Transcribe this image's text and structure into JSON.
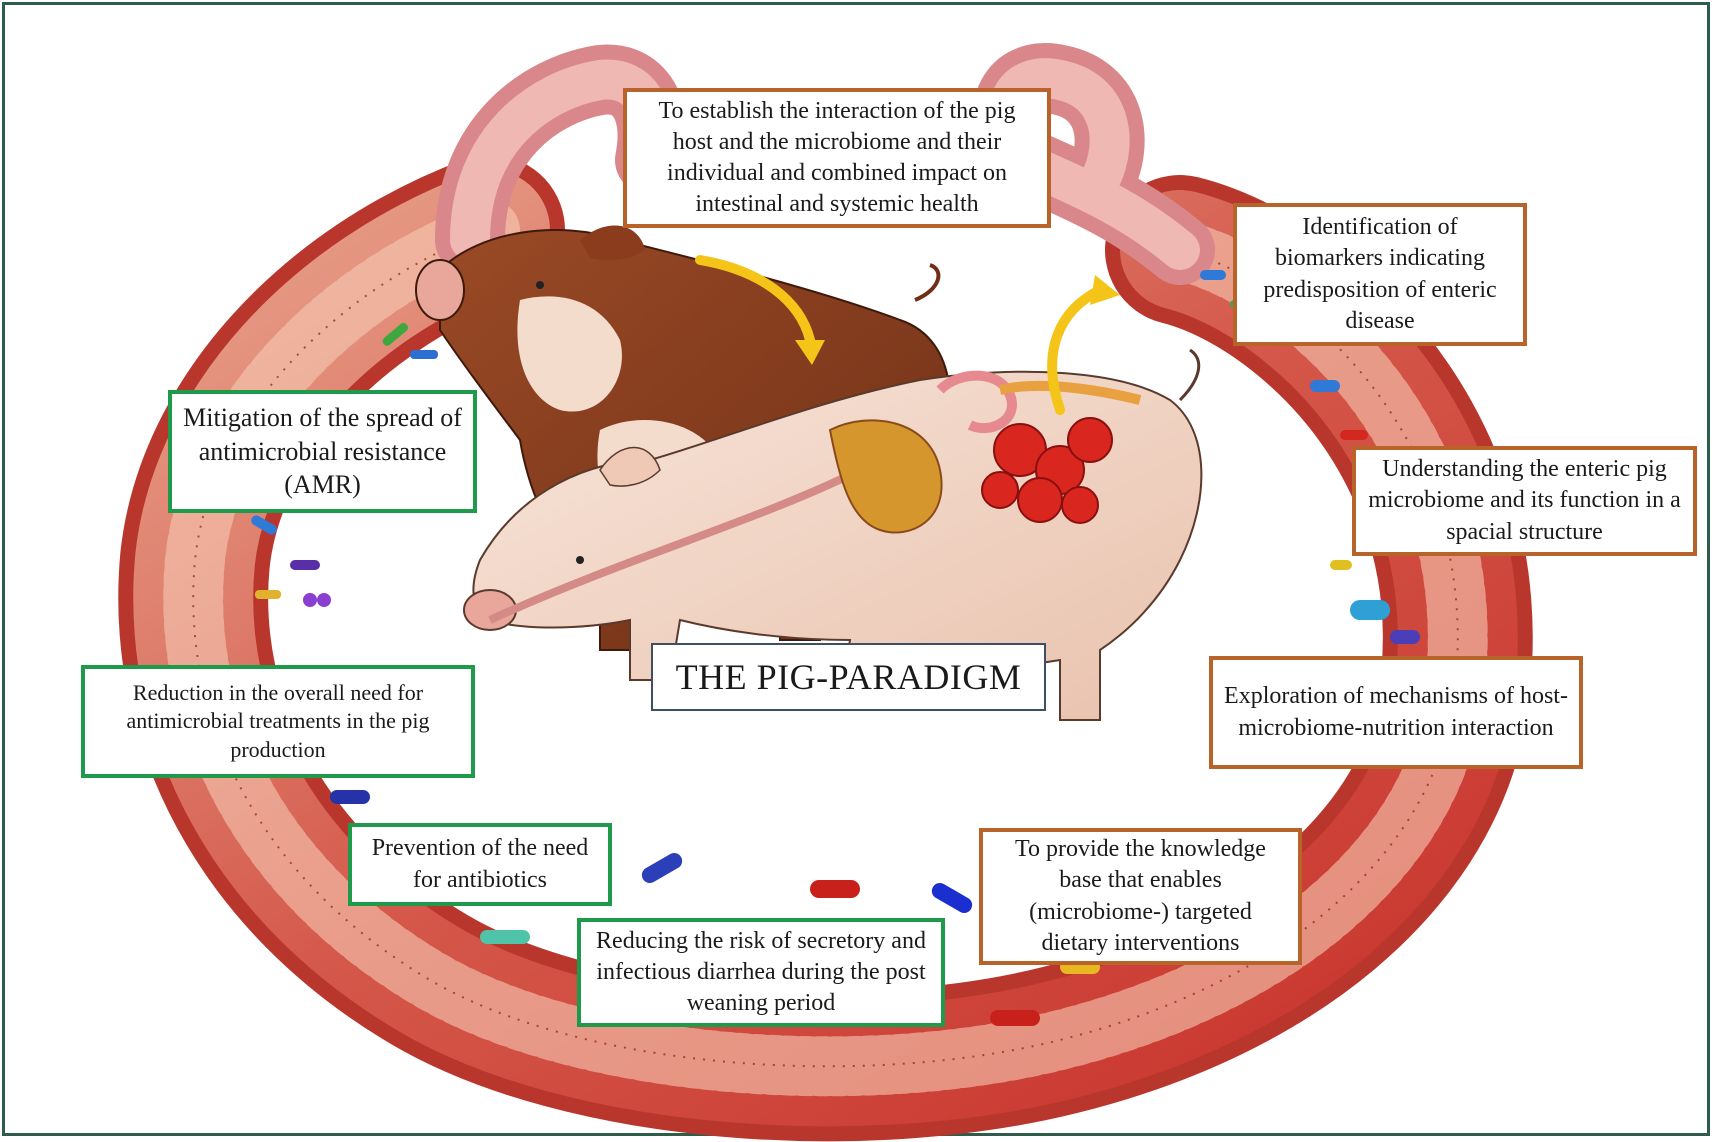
{
  "title": "THE PIG-PARADIGM",
  "objectives_orange": [
    "To establish the interaction of the pig host and the microbiome and their individual and combined impact on intestinal and systemic health",
    "Identification of biomarkers indicating predisposition of enteric disease",
    "Understanding the enteric pig microbiome and its function in a spacial structure",
    "Exploration of mechanisms of host-microbiome-nutrition interaction",
    "To provide the knowledge base that enables (microbiome-) targeted dietary interventions"
  ],
  "objectives_green": [
    "Mitigation of the spread of antimicrobial resistance (AMR)",
    "Reduction in the overall need for antimicrobial treatments in the pig production",
    "Prevention of the need for antibiotics",
    "Reducing the risk of secretory and infectious diarrhea during the post weaning period"
  ],
  "colors": {
    "green_border": "#1f9a4a",
    "orange_border": "#b8632a",
    "title_border": "#3d4f63",
    "frame": "#2f5d4c",
    "gut_outer": "#c9463a",
    "gut_inner": "#e8a58f",
    "arrow": "#f4c518"
  }
}
